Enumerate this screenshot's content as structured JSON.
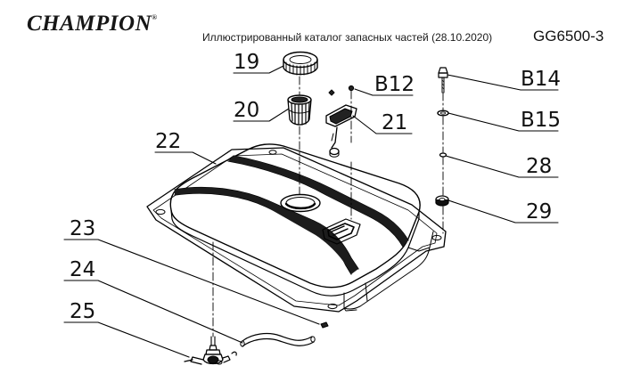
{
  "header": {
    "brand": "CHAMPION",
    "brand_mark": "®",
    "catalog_title": "Иллюстрированный каталог запасных частей (28.10.2020)",
    "model": "GG6500-3"
  },
  "diagram": {
    "callouts": [
      {
        "id": "19",
        "label": "19"
      },
      {
        "id": "20",
        "label": "20"
      },
      {
        "id": "22",
        "label": "22"
      },
      {
        "id": "B12",
        "label": "B12"
      },
      {
        "id": "21",
        "label": "21"
      },
      {
        "id": "B14",
        "label": "B14"
      },
      {
        "id": "B15",
        "label": "B15"
      },
      {
        "id": "28",
        "label": "28"
      },
      {
        "id": "29",
        "label": "29"
      },
      {
        "id": "23",
        "label": "23"
      },
      {
        "id": "24",
        "label": "24"
      },
      {
        "id": "25",
        "label": "25"
      }
    ]
  }
}
